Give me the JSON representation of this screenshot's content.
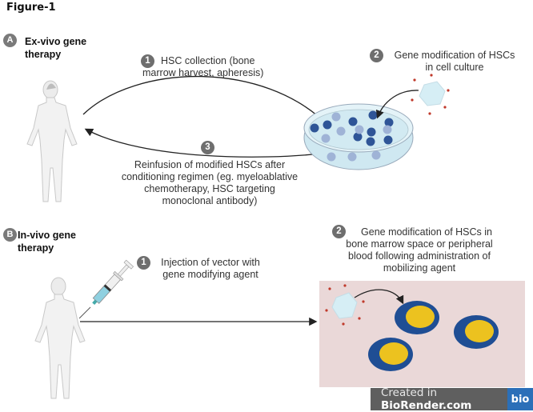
{
  "figure_title": "Figure-1",
  "section_a": {
    "badge": "A",
    "title_line1": "Ex-vivo gene",
    "title_line2": "therapy",
    "steps": [
      {
        "badge": "1",
        "line1": "HSC collection (bone",
        "line2": "marrow harvest, apheresis)"
      },
      {
        "badge": "2",
        "line1": "Gene modification of HSCs",
        "line2": "in cell culture"
      },
      {
        "badge": "3",
        "line1": "Reinfusion of modified HSCs after",
        "line2": "conditioning regimen (eg. myeloablative",
        "line3": "chemotherapy, HSC targeting",
        "line4": "monoclonal antibody)"
      }
    ]
  },
  "section_b": {
    "badge": "B",
    "title_line1": "In-vivo gene",
    "title_line2": "therapy",
    "steps": [
      {
        "badge": "1",
        "line1": "Injection of vector with",
        "line2": "gene modifying agent"
      },
      {
        "badge": "2",
        "line1": "Gene modification of HSCs in",
        "line2": "bone marrow space or peripheral",
        "line3": "blood following administration of",
        "line4": "mobilizing agent"
      }
    ]
  },
  "watermark": {
    "prefix": "Created in ",
    "brand": "BioRender.com",
    "logo": "bio"
  },
  "colors": {
    "cell_dark": "#2f5597",
    "cell_light": "#9fb3d6",
    "dish_fill": "#d8eef5",
    "vector": "#d6eef5",
    "marrow_bg": "#ead8d8",
    "cell_outer": "#1f4e94",
    "cell_nucleus": "#ecc21f",
    "spike": "#c0392b"
  }
}
